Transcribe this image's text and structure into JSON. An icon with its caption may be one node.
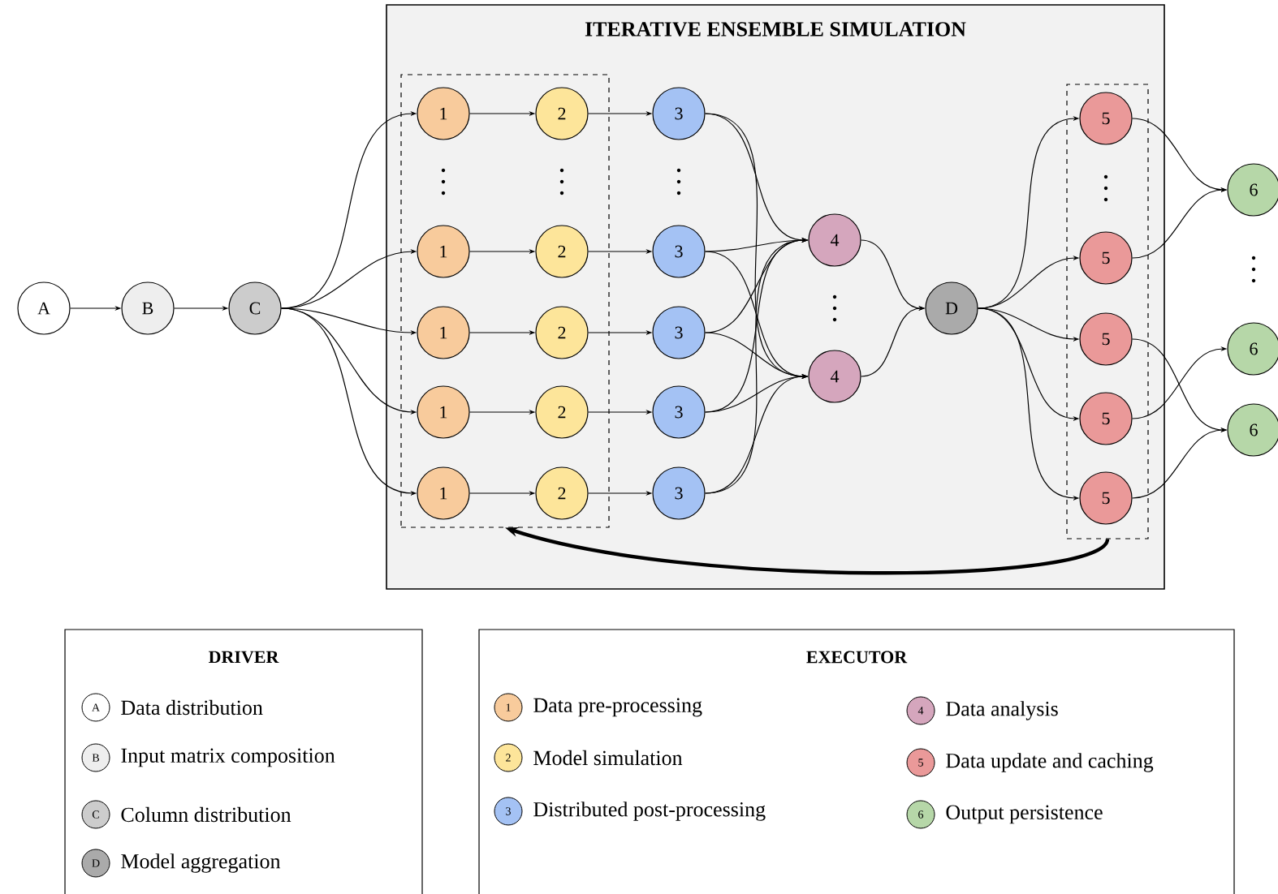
{
  "diagram": {
    "nodes": [
      {
        "text": [
          "A"
        ]
      },
      {
        "text": [
          "B"
        ]
      },
      {
        "text": [
          "C"
        ]
      },
      {
        "text": [
          "ITERATIVE ENSEMBLE SIMULATION"
        ]
      },
      {
        "text": [],
        "shape": "box",
        "in": 3
      },
      {
        "text": [
          "1"
        ],
        "in": 4
      },
      {
        "text": [
          "1"
        ],
        "in": 4
      },
      {
        "text": [
          "1"
        ],
        "in": 4
      },
      {
        "text": [
          "1"
        ],
        "in": 4
      },
      {
        "text": [
          "1"
        ],
        "in": 4
      },
      {
        "text": [
          "2"
        ],
        "in": 4
      },
      {
        "text": [
          "2"
        ],
        "in": 4
      },
      {
        "text": [
          "2"
        ],
        "in": 4
      },
      {
        "text": [
          "2"
        ],
        "in": 4
      },
      {
        "text": [
          "2"
        ],
        "in": 4
      },
      {
        "text": [
          "3"
        ],
        "in": 3
      },
      {
        "text": [
          "3"
        ],
        "in": 3
      },
      {
        "text": [
          "3"
        ],
        "in": 3
      },
      {
        "text": [
          "3"
        ],
        "in": 3
      },
      {
        "text": [
          "3"
        ],
        "in": 3
      },
      {
        "text": [
          "4"
        ],
        "in": 3
      },
      {
        "text": [
          "4"
        ],
        "in": 3
      },
      {
        "text": [
          "D"
        ],
        "in": 3
      },
      {
        "text": [],
        "shape": "box",
        "in": 3
      },
      {
        "text": [
          "5"
        ],
        "in": 23
      },
      {
        "text": [
          "5"
        ],
        "in": 23
      },
      {
        "text": [
          "5"
        ],
        "in": 23
      },
      {
        "text": [
          "5"
        ],
        "in": 23
      },
      {
        "text": [
          "5"
        ],
        "in": 23
      },
      {
        "text": [
          "6"
        ]
      },
      {
        "text": [
          "6"
        ]
      },
      {
        "text": [
          "6"
        ]
      },
      {
        "text": [
          "DRIVER"
        ]
      },
      {
        "text": [
          "EXECUTOR"
        ]
      }
    ],
    "edges": [
      {
        "from": 0,
        "to": 1,
        "arrow": "to"
      },
      {
        "from": 1,
        "to": 2,
        "arrow": "to"
      },
      {
        "from": 2,
        "to": 5,
        "arrow": "to"
      },
      {
        "from": 2,
        "to": 6,
        "arrow": "to"
      },
      {
        "from": 2,
        "to": 7,
        "arrow": "to"
      },
      {
        "from": 2,
        "to": 8,
        "arrow": "to"
      },
      {
        "from": 2,
        "to": 9,
        "arrow": "to"
      },
      {
        "from": 5,
        "to": 10,
        "arrow": "to"
      },
      {
        "from": 6,
        "to": 11,
        "arrow": "to"
      },
      {
        "from": 7,
        "to": 12,
        "arrow": "to"
      },
      {
        "from": 8,
        "to": 13,
        "arrow": "to"
      },
      {
        "from": 9,
        "to": 14,
        "arrow": "to"
      },
      {
        "from": 10,
        "to": 15,
        "arrow": "to"
      },
      {
        "from": 11,
        "to": 16,
        "arrow": "to"
      },
      {
        "from": 12,
        "to": 17,
        "arrow": "to"
      },
      {
        "from": 13,
        "to": 18,
        "arrow": "to"
      },
      {
        "from": 14,
        "to": 19,
        "arrow": "to"
      },
      {
        "from": 15,
        "to": 20,
        "arrow": "to"
      },
      {
        "from": 15,
        "to": 21,
        "arrow": "to"
      },
      {
        "from": 16,
        "to": 20,
        "arrow": "to"
      },
      {
        "from": 16,
        "to": 21,
        "arrow": "to"
      },
      {
        "from": 17,
        "to": 20,
        "arrow": "to"
      },
      {
        "from": 17,
        "to": 21,
        "arrow": "to"
      },
      {
        "from": 18,
        "to": 20,
        "arrow": "to"
      },
      {
        "from": 18,
        "to": 21,
        "arrow": "to"
      },
      {
        "from": 19,
        "to": 20,
        "arrow": "to"
      },
      {
        "from": 19,
        "to": 21,
        "arrow": "to"
      },
      {
        "from": 20,
        "to": 22,
        "arrow": "to"
      },
      {
        "from": 21,
        "to": 22,
        "arrow": "to"
      },
      {
        "from": 22,
        "to": 24,
        "arrow": "to"
      },
      {
        "from": 22,
        "to": 25,
        "arrow": "to"
      },
      {
        "from": 22,
        "to": 26,
        "arrow": "to"
      },
      {
        "from": 22,
        "to": 27,
        "arrow": "to"
      },
      {
        "from": 22,
        "to": 28,
        "arrow": "to"
      },
      {
        "from": 24,
        "to": 29,
        "arrow": "to"
      },
      {
        "from": 25,
        "to": 29,
        "arrow": "to"
      },
      {
        "from": 26,
        "to": 31,
        "arrow": "to"
      },
      {
        "from": 27,
        "to": 30,
        "arrow": "to"
      },
      {
        "from": 28,
        "to": 31,
        "arrow": "to"
      },
      {
        "from": 23,
        "to": 4,
        "arrow": "to",
        "style": "thick"
      }
    ],
    "labels": [
      "A",
      "B",
      "C",
      "D",
      "1",
      "2",
      "3",
      "4",
      "5",
      "6"
    ],
    "legend": [
      {
        "text": "Data distribution"
      },
      {
        "text": "Input matrix composition",
        "color": "#eeeeee"
      },
      {
        "text": "Column distribution",
        "color": "#cccccc"
      },
      {
        "text": "Model aggregation",
        "color": "#aaaaaa"
      },
      {
        "text": "Data pre-processing",
        "color": "#f8cb9c"
      },
      {
        "text": "Model simulation",
        "color": "#fde59a"
      },
      {
        "text": "Distributed post-processing",
        "color": "#a4c2f4"
      },
      {
        "text": "Data analysis",
        "color": "#d5a6bd"
      },
      {
        "text": "Data update and caching",
        "color": "#ea9999"
      },
      {
        "text": "Output persistence",
        "color": "#b6d7a8"
      }
    ]
  }
}
